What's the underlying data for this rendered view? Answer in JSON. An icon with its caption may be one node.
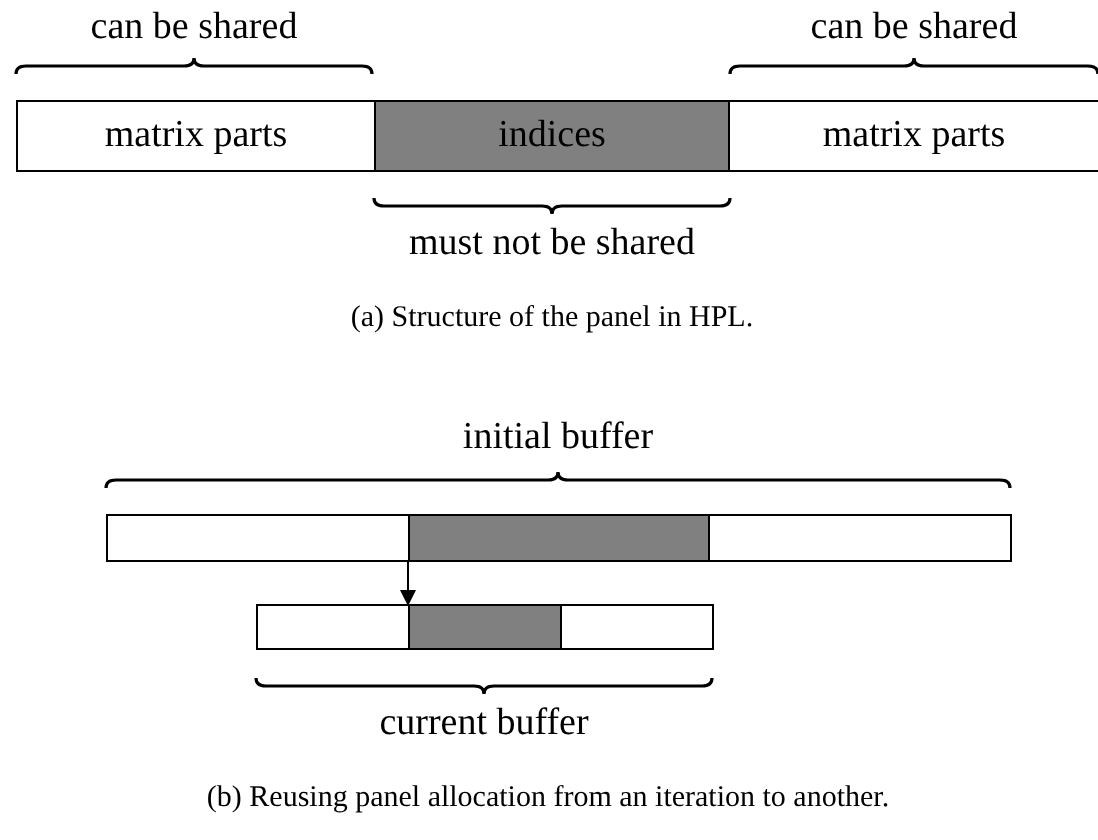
{
  "diagram": {
    "nodes": [
      {
        "text": [
          "matrix parts"
        ]
      },
      {
        "text": [
          "indices"
        ]
      },
      {
        "text": [
          "matrix parts"
        ]
      },
      {
        "text": [],
        "shape": "box"
      },
      {
        "text": [],
        "shape": "box"
      },
      {
        "text": [],
        "shape": "box"
      },
      {
        "text": [],
        "shape": "box"
      },
      {
        "text": [],
        "shape": "box"
      },
      {
        "text": [],
        "shape": "box"
      }
    ],
    "edges": [
      {
        "from": 4,
        "to": 7,
        "arrow": "to"
      }
    ],
    "labels": [
      "can be shared",
      "can be shared",
      "must not be shared",
      "(a) Structure of the panel in HPL.",
      "initial buffer",
      "current buffer",
      "(b) Reusing panel allocation from an iteration to another."
    ]
  }
}
